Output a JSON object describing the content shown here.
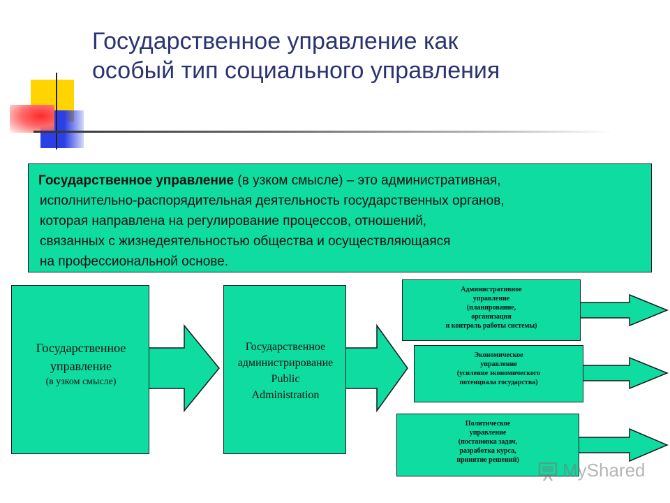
{
  "title": {
    "line1": "Государственное управление как",
    "line2": "особый тип социального управления"
  },
  "definition": {
    "term": "Государственное управление",
    "line1_rest": " (в узком смысле) – это административная,",
    "line2": "исполнительно-распорядительная деятельность государственных органов,",
    "line3": "которая направлена на регулирование процессов, отношений,",
    "line4": "связанных с жизнедеятельностью общества и осуществляющаяся",
    "line5": "на профессиональной основе."
  },
  "box1": {
    "main_line1": "Государственное",
    "main_line2": "управление",
    "sub": "(в узком смысле)"
  },
  "box2": {
    "line1": "Государственное",
    "line2": "администрирование",
    "line3": "Public",
    "line4": "Administration"
  },
  "box3": {
    "lines": [
      "Административное",
      "управление",
      "(планирование,",
      "организация",
      "и контроль работы системы)"
    ]
  },
  "box4": {
    "lines": [
      "Экономическое",
      "управление",
      "(усиление экономического",
      "потенциала государства)"
    ]
  },
  "box5": {
    "lines": [
      "Политическое",
      "управление",
      "(постановка задач,",
      "разработка курса,",
      "принятие решений)"
    ]
  },
  "colors": {
    "box_fill": "#0fdca0",
    "title": "#2a3470",
    "accent_yellow": "#ffd400",
    "accent_blue": "#2b3fe6",
    "accent_red": "#ff2a2a"
  },
  "watermark": {
    "text": "MyShared"
  }
}
